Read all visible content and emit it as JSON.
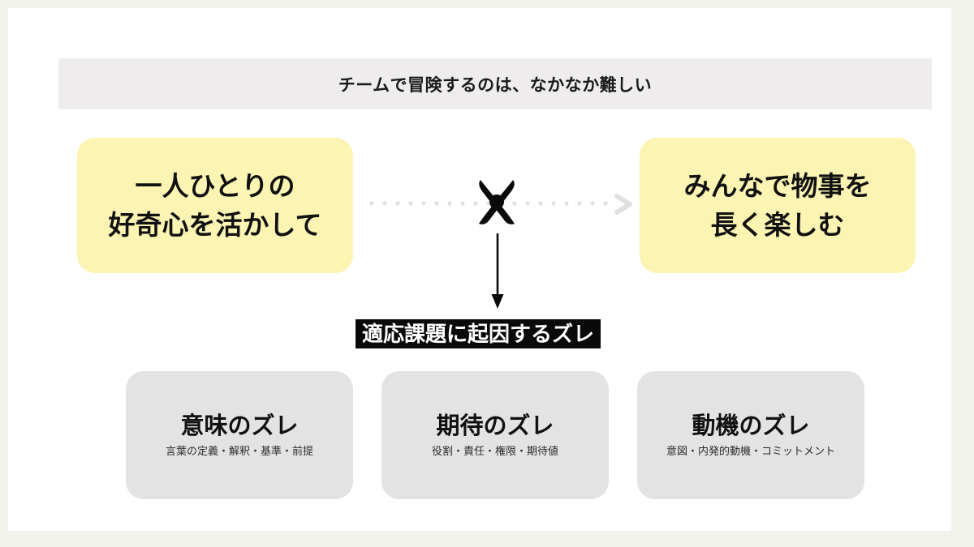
{
  "slide": {
    "header": {
      "title": "チームで冒険するのは、なかなか難しい"
    },
    "flow": {
      "start_box": {
        "line1": "一人ひとりの",
        "line2": "好奇心を活かして"
      },
      "goal_box": {
        "line1": "みんなで物事を",
        "line2": "長く楽しむ"
      },
      "connector": {
        "style": "dotted-arrow",
        "blocked_marker": "x-mark"
      },
      "banner_label": "適応課題に起因するズレ"
    },
    "cards": [
      {
        "title": "意味のズレ",
        "subtitle": "言葉の定義・解釈・基準・前提"
      },
      {
        "title": "期待のズレ",
        "subtitle": "役割・責任・権限・期待値"
      },
      {
        "title": "動機のズレ",
        "subtitle": "意図・内発的動機・コミットメント"
      }
    ],
    "colors": {
      "page_background": "#f2f2ed",
      "slide_background": "#ffffff",
      "header_band": "#eeecec",
      "highlight_box": "#fbf4b3",
      "card_background": "#e3e3e3",
      "banner_background": "#0a0a0a",
      "banner_text": "#ffffff",
      "connector_dots": "#e0e0e0",
      "text_primary": "#111111"
    }
  }
}
